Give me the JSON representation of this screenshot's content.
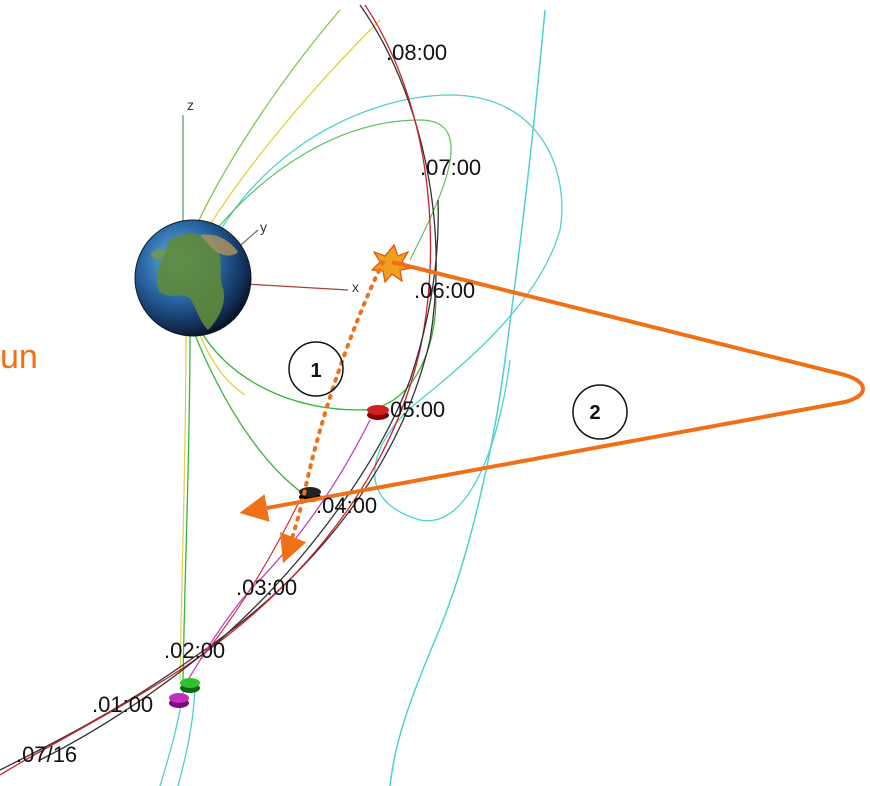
{
  "colors": {
    "orbit_black": "#333333",
    "orbit_red": "#d0202a",
    "field_green": "#3cb43c",
    "field_yellow": "#e0d040",
    "field_cyan": "#50d0d0",
    "magenta": "#c040c0",
    "arrow_orange": "#f07018",
    "axis_x": "#a04040",
    "axis_y": "#806060",
    "axis_z": "#40a060"
  },
  "axes": {
    "x": "x",
    "y": "y",
    "z": "z"
  },
  "sun_label": "un",
  "time_labels": {
    "t0800": ".08:00",
    "t0700": ".07:00",
    "t0600": ".06:00",
    "t0500": ".05:00",
    "t0400": ".04:00",
    "t0300": ".03:00",
    "t0200": ".02:00",
    "t0100": ".01:00",
    "date": ".07/16"
  },
  "callouts": {
    "one": "1",
    "two": "2"
  },
  "icons": {
    "earth": "earth-globe-icon",
    "explosion": "explosion-burst-icon",
    "markers": [
      "red-marker-icon",
      "black-marker-icon",
      "green-marker-icon",
      "magenta-marker-icon"
    ]
  }
}
